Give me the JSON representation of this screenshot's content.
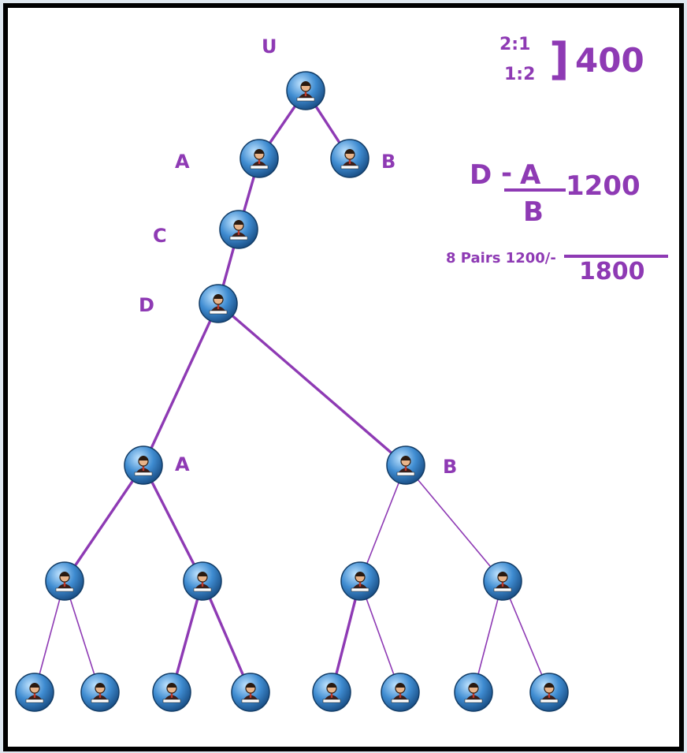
{
  "colors": {
    "accent": "#8e3ab4",
    "node_fill": "#3f8cd1",
    "frame": "#000000"
  },
  "labels": {
    "root": "U",
    "upper_left": "A",
    "upper_right": "B",
    "chain_c": "C",
    "chain_d": "D",
    "lower_left": "A",
    "lower_right": "B"
  },
  "calc": {
    "ratio_top": "2:1",
    "ratio_bottom": "1:2",
    "bracket": "]",
    "ratio_amount": "400",
    "frac_lhs": "D",
    "frac_minus": "-",
    "frac_num": "A",
    "frac_den": "B",
    "frac_amount": "1200",
    "pairs_text": "8 Pairs 1200/-",
    "total": "1800"
  },
  "tree": {
    "node_icon": "person-icon",
    "nodes": [
      {
        "id": "U"
      },
      {
        "id": "A1"
      },
      {
        "id": "B1"
      },
      {
        "id": "C"
      },
      {
        "id": "D"
      },
      {
        "id": "A2"
      },
      {
        "id": "B2"
      },
      {
        "id": "L1"
      },
      {
        "id": "L2"
      },
      {
        "id": "L3"
      },
      {
        "id": "L4"
      },
      {
        "id": "M1"
      },
      {
        "id": "M2"
      },
      {
        "id": "M3"
      },
      {
        "id": "M4"
      },
      {
        "id": "M5"
      },
      {
        "id": "M6"
      },
      {
        "id": "M7"
      },
      {
        "id": "M8"
      }
    ],
    "edges": [
      [
        "U",
        "A1"
      ],
      [
        "U",
        "B1"
      ],
      [
        "A1",
        "C"
      ],
      [
        "C",
        "D"
      ],
      [
        "D",
        "A2"
      ],
      [
        "D",
        "B2"
      ],
      [
        "A2",
        "L1"
      ],
      [
        "A2",
        "L2"
      ],
      [
        "B2",
        "L3"
      ],
      [
        "B2",
        "L4"
      ],
      [
        "L1",
        "M1"
      ],
      [
        "L1",
        "M2"
      ],
      [
        "L2",
        "M3"
      ],
      [
        "L2",
        "M4"
      ],
      [
        "L3",
        "M5"
      ],
      [
        "L3",
        "M6"
      ],
      [
        "L4",
        "M7"
      ],
      [
        "L4",
        "M8"
      ]
    ]
  }
}
